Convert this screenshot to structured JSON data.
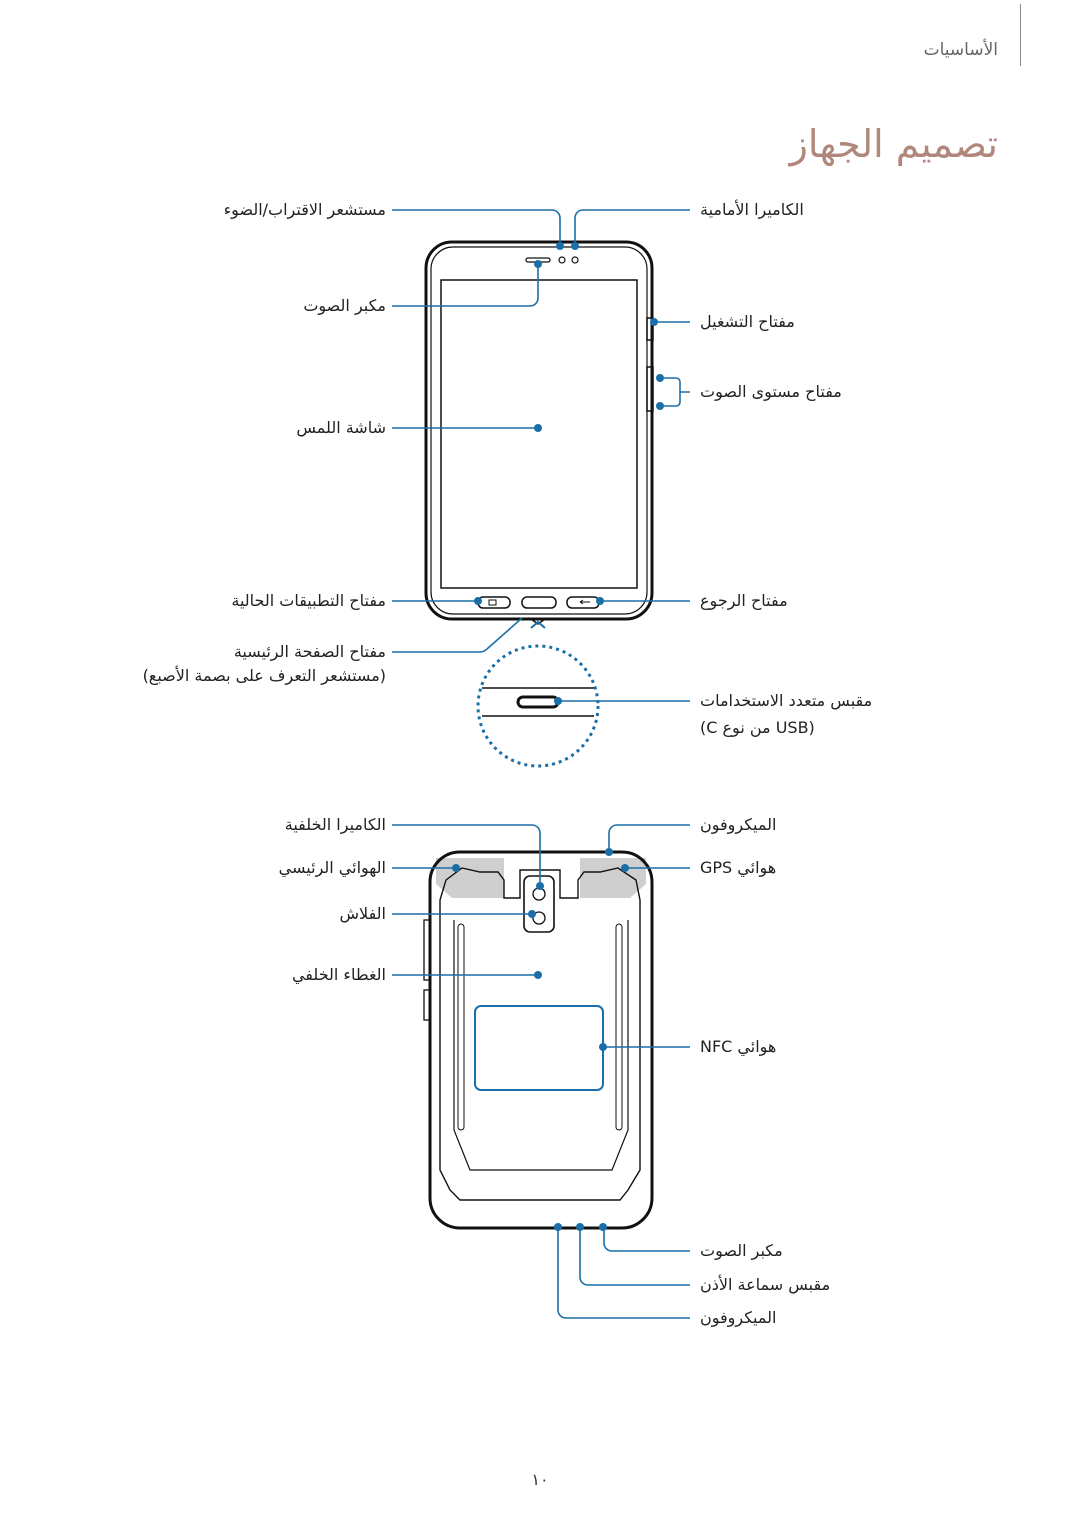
{
  "header": {
    "section": "الأساسيات"
  },
  "page_title": "تصميم الجهاز",
  "front": {
    "callouts_right": {
      "front_camera": "الكاميرا الأمامية",
      "power_key": "مفتاح التشغيل",
      "volume_key": "مفتاح مستوى الصوت",
      "back_key": "مفتاح الرجوع",
      "usb_port_line1": "مقبس متعدد الاستخدامات",
      "usb_port_line2": "(USB من نوع C)"
    },
    "callouts_left": {
      "proximity_sensor": "مستشعر الاقتراب/الضوء",
      "speaker": "مكبر الصوت",
      "touchscreen": "شاشة اللمس",
      "recents_key": "مفتاح التطبيقات الحالية",
      "home_key_line1": "مفتاح الصفحة الرئيسية",
      "home_key_line2": "(مستشعر التعرف على بصمة الأصبع)"
    }
  },
  "back": {
    "callouts_right": {
      "microphone_top": "الميكروفون",
      "gps_antenna": "هوائي GPS",
      "nfc_antenna": "هوائي NFC",
      "speaker_bottom": "مكبر الصوت",
      "earphone_jack": "مقبس سماعة الأذن",
      "microphone_bottom": "الميكروفون"
    },
    "callouts_left": {
      "rear_camera": "الكاميرا الخلفية",
      "main_antenna": "الهوائي الرئيسي",
      "flash": "الفلاش",
      "back_cover": "الغطاء الخلفي"
    }
  },
  "colors": {
    "callout": "#1b6fa8",
    "title": "#b0877a",
    "antenna_area": "#cfcfcf"
  },
  "page_number": "١٠"
}
